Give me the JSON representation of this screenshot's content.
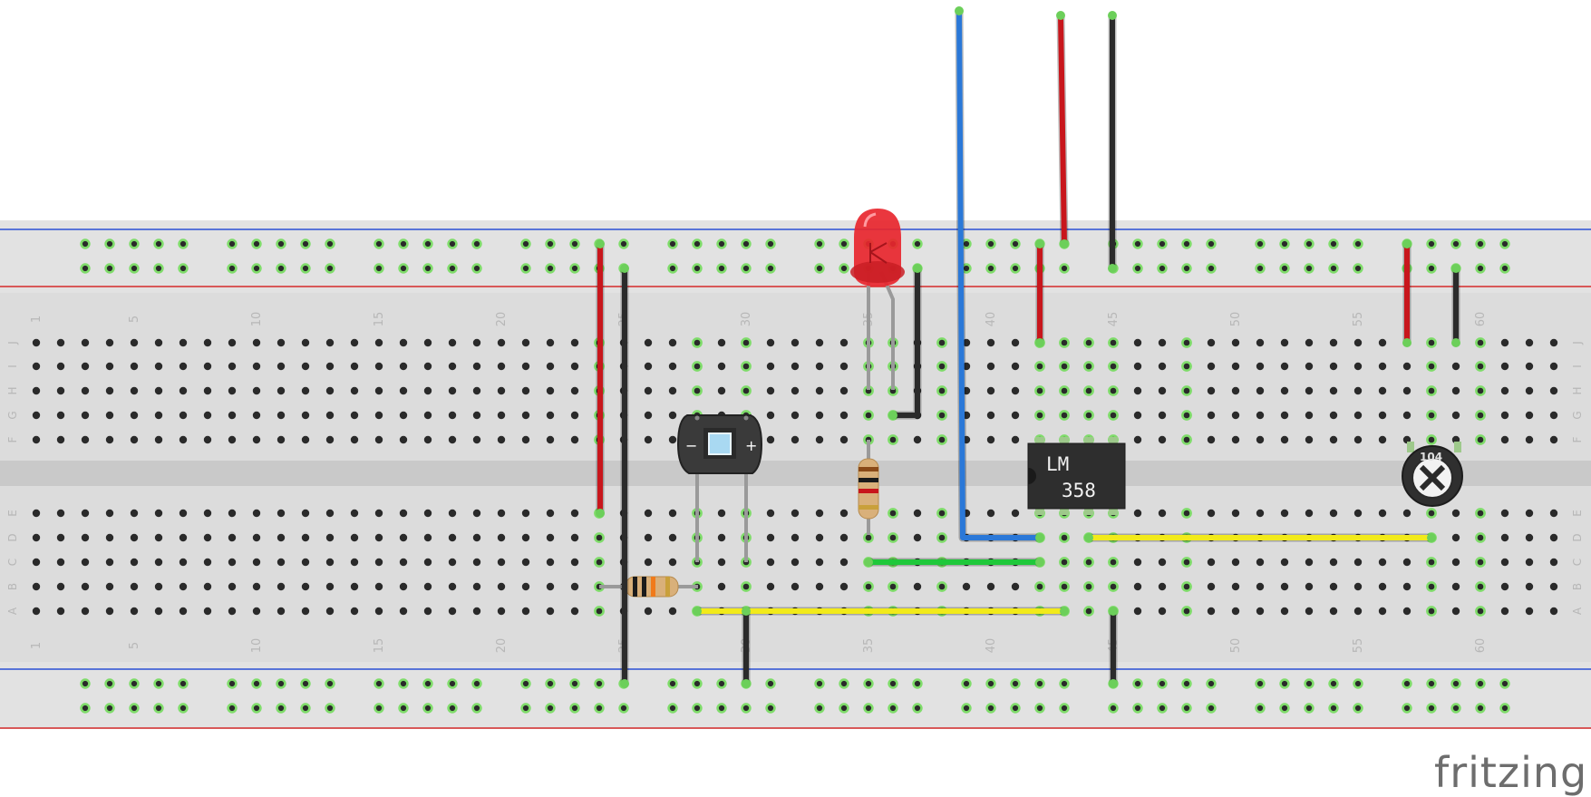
{
  "logo_text": "fritzing",
  "breadboard": {
    "column_numbers": [
      "1",
      "5",
      "10",
      "15",
      "20",
      "25",
      "30",
      "35",
      "40",
      "45",
      "50",
      "55",
      "60"
    ],
    "row_letters_top": [
      "J",
      "I",
      "H",
      "G",
      "F"
    ],
    "row_letters_bottom": [
      "E",
      "D",
      "C",
      "B",
      "A"
    ],
    "rail_colors": {
      "positive": "#d42a2a",
      "negative": "#2a4fd4"
    }
  },
  "components": {
    "ic_label_line1": "LM",
    "ic_label_line2": "358",
    "led_color": "#e8262e",
    "sensor_minus": "−",
    "sensor_plus": "+",
    "pot_marking": "104"
  },
  "wire_colors": {
    "red": "#c8161c",
    "black": "#2b2b2b",
    "blue": "#2a78d8",
    "green": "#1fc83a",
    "yellow": "#f2ea1a"
  }
}
